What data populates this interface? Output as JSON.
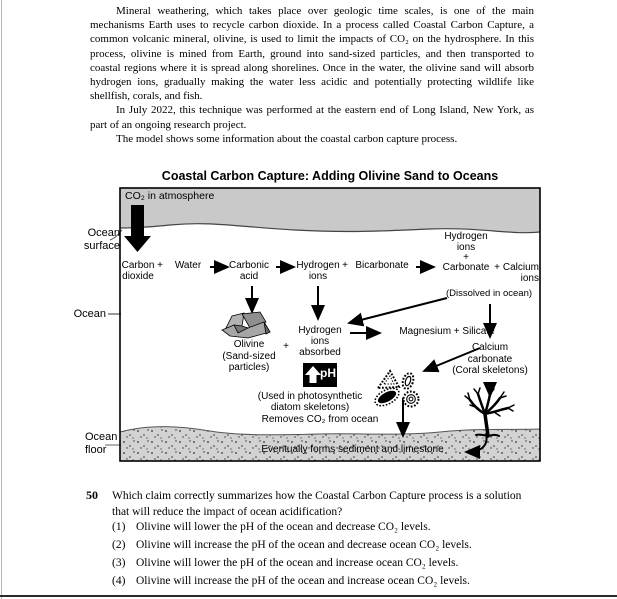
{
  "intro": {
    "p1": "Mineral weathering, which takes place over geologic time scales, is one of the main mechanisms Earth uses to recycle carbon dioxide. In a process called Coastal Carbon Capture, a common volcanic mineral, olivine, is used to limit the impacts of CO₂ on the hydrosphere. In this process, olivine is mined from Earth, ground into sand-sized particles, and then transported to coastal regions where it is spread along shorelines. Once in the water, the olivine sand will absorb hydrogen ions, gradually making the water less acidic and potentially protecting wildlife like shellfish, corals, and fish.",
    "p2": "In July 2022, this technique was performed at the eastern end of Long Island, New York, as part of an ongoing research project.",
    "p3": "The model shows some information about the coastal carbon capture process."
  },
  "diagram": {
    "title": "Coastal Carbon Capture: Adding Olivine Sand to Oceans",
    "atmosphere_label": "CO₂ in atmosphere",
    "side_labels": {
      "surface": "Ocean\nsurface",
      "ocean": "Ocean",
      "floor": "Ocean\nfloor"
    },
    "reaction": {
      "carbon_dioxide": "Carbon\ndioxide",
      "plus_1": "+",
      "water": "Water",
      "carbonic_acid": "Carbonic\nacid",
      "hydrogen_ions": "Hydrogen\nions",
      "plus_2": "+",
      "bicarbonate": "Bicarbonate",
      "hydrogen_ions_above": "Hydrogen\nions\n+",
      "carbonate": "Carbonate",
      "plus_3": "+",
      "calcium_ions": "Calcium\nions",
      "dissolved": "(Dissolved in ocean)"
    },
    "labels": {
      "olivine": "Olivine\n(Sand-sized\nparticles)",
      "plus_olivine": "+",
      "hydrogen_absorbed": "Hydrogen\nions\nabsorbed",
      "ph": "pH",
      "magnesium_silicate": "Magnesium + Silicate",
      "calcium_carbonate": "Calcium\ncarbonate\n(Coral skeletons)",
      "used_photosynthetic": "(Used in photosynthetic\ndiatom skeletons)",
      "removes_co2": "Removes CO₂ from ocean",
      "eventually": "Eventually forms sediment and limestone"
    }
  },
  "question": {
    "number": "50",
    "text": "Which claim correctly summarizes how the Coastal Carbon Capture process is a solution that will reduce the impact of ocean acidification?",
    "options": [
      {
        "num": "(1)",
        "text": "Olivine will lower the pH of the ocean and decrease CO₂ levels."
      },
      {
        "num": "(2)",
        "text": "Olivine will increase the pH of the ocean and decrease ocean CO₂ levels."
      },
      {
        "num": "(3)",
        "text": "Olivine will lower the pH of the ocean and increase ocean CO₂ levels."
      },
      {
        "num": "(4)",
        "text": "Olivine will increase the pH of the ocean and increase ocean CO₂ levels."
      }
    ]
  },
  "colors": {
    "atmosphere": "#c9c9c9",
    "sediment": "#d2d2d2",
    "ink": "#000000"
  }
}
